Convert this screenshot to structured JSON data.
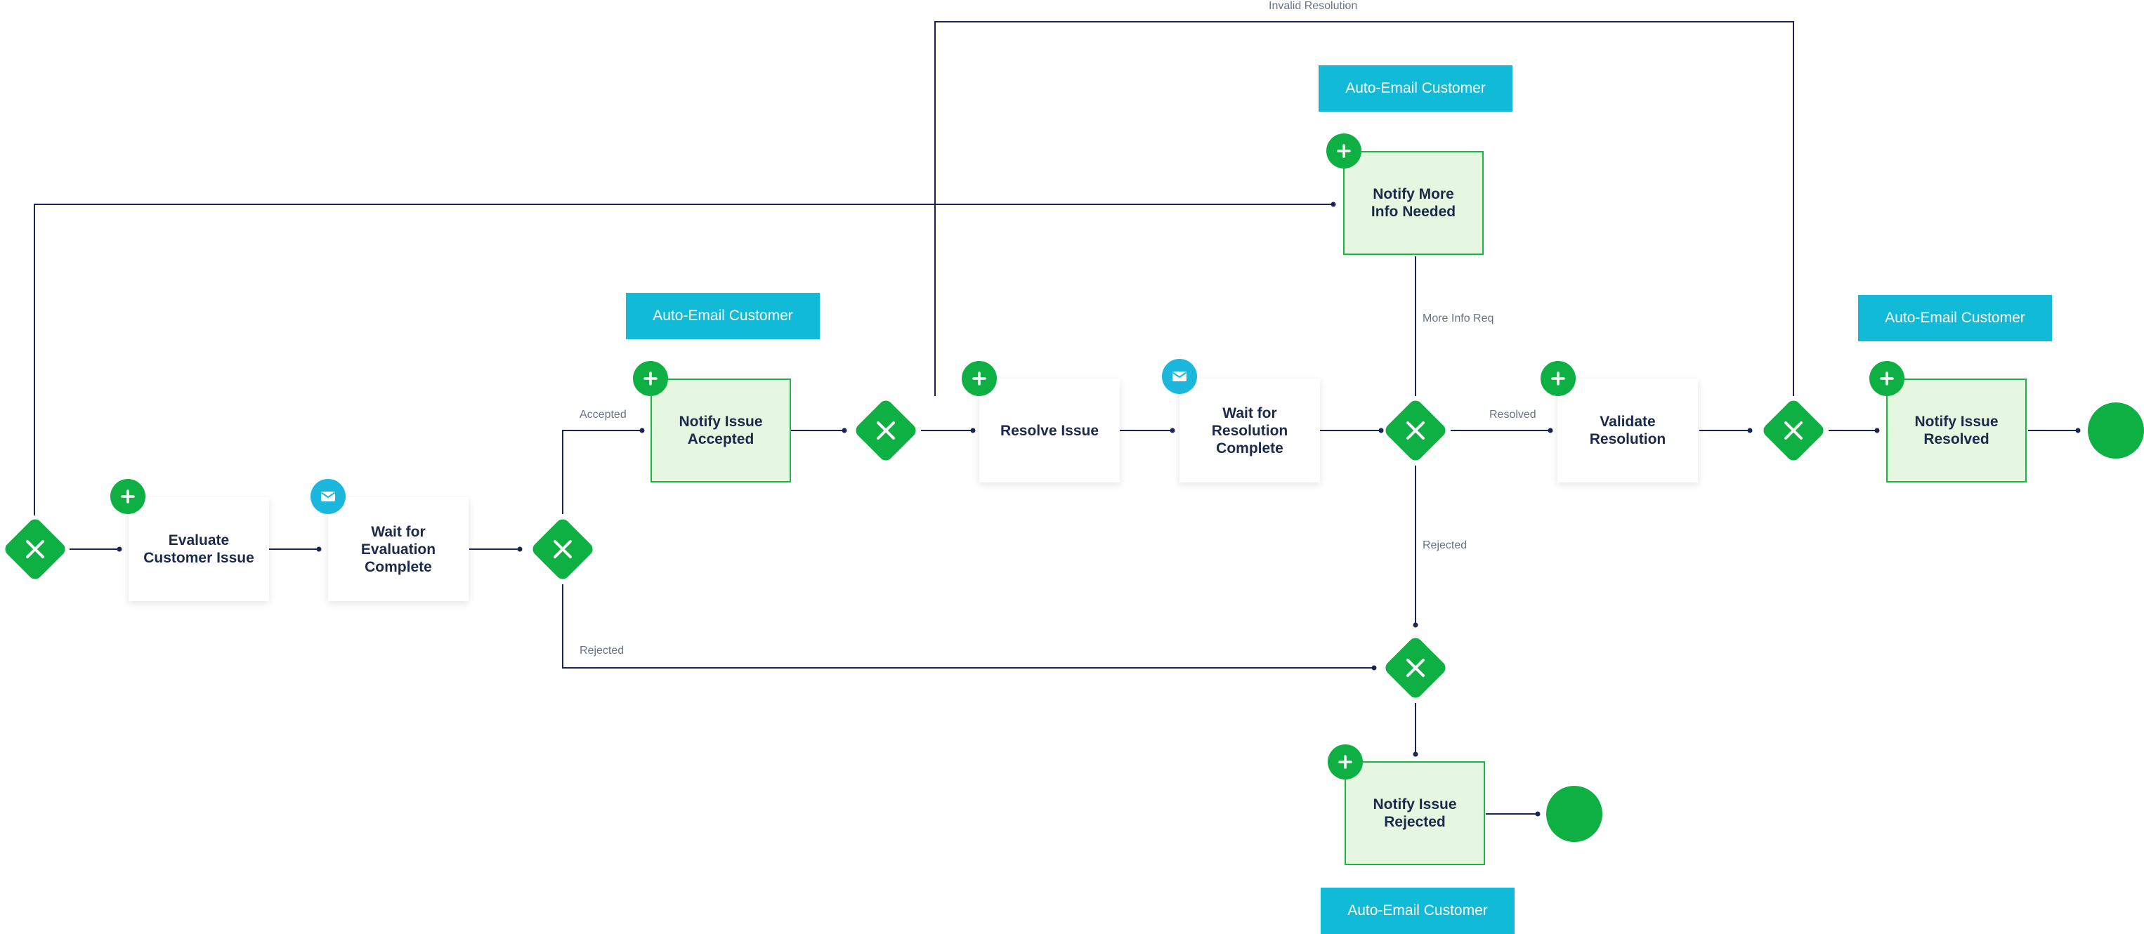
{
  "colors": {
    "gateway_green": "#0fb043",
    "notify_fill": "#e6f7e1",
    "notify_border": "#19b843",
    "email_tag": "#11bad6",
    "mail_badge": "#1bb7dd",
    "line": "#1b2553",
    "text": "#1b2a4a",
    "label_text": "#6a7385"
  },
  "tasks": {
    "evaluate": "Evaluate\nCustomer Issue",
    "wait_evaluation": "Wait for\nEvaluation\nComplete",
    "notify_accepted": "Notify Issue\nAccepted",
    "resolve": "Resolve Issue",
    "wait_resolution": "Wait for\nResolution\nComplete",
    "notify_more_info": "Notify More\nInfo Needed",
    "validate": "Validate\nResolution",
    "notify_resolved": "Notify Issue\nResolved",
    "notify_rejected": "Notify Issue\nRejected"
  },
  "email_tags": {
    "accepted": "Auto-Email Customer",
    "more_info": "Auto-Email Customer",
    "resolved": "Auto-Email Customer",
    "rejected": "Auto-Email Customer"
  },
  "flow_labels": {
    "invalid_resolution": "Invalid Resolution",
    "accepted": "Accepted",
    "rejected_lower": "Rejected",
    "more_info_req": "More Info Req",
    "resolved": "Resolved",
    "rejected_mid": "Rejected"
  },
  "icons": {
    "gateway": "exclusive-gateway-x-icon",
    "task_add": "plus-icon",
    "task_message": "envelope-icon",
    "end": "end-event-circle"
  }
}
